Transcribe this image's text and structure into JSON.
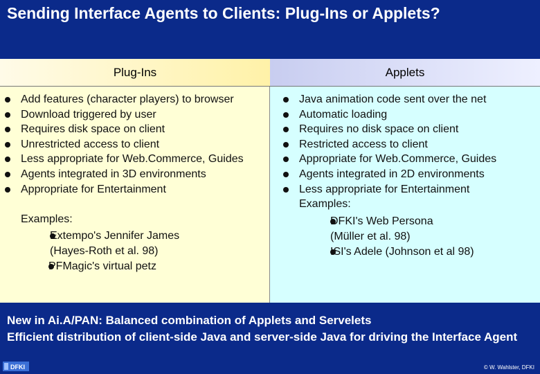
{
  "title": "Sending Interface Agents to Clients: Plug-Ins or Applets?",
  "plugins": {
    "header": "Plug-Ins",
    "items": [
      "Add features (character players) to browser",
      "Download triggered by user",
      "Requires disk space on client",
      "Unrestricted access to client",
      "Less appropriate for Web.Commerce, Guides",
      "Agents integrated in 3D environments",
      "Appropriate for Entertainment"
    ],
    "examples_label": "Examples:",
    "examples": [
      "Extempo's Jennifer James (Hayes-Roth et al. 98)",
      "PFMagic's virtual petz"
    ]
  },
  "applets": {
    "header": "Applets",
    "items": [
      "Java animation code sent over the net",
      "Automatic loading",
      "Requires no disk space on client",
      "Restricted access to client",
      "Appropriate for Web.Commerce, Guides",
      "Agents integrated in 2D environments",
      "Less appropriate for Entertainment"
    ],
    "examples_label": "Examples:",
    "examples": [
      "DFKI's Web Persona (Müller et al. 98)",
      "ISI's Adele (Johnson et al 98)"
    ]
  },
  "footer": {
    "line1": "New in Ai.A/PAN: Balanced combination of Applets and Servelets",
    "line2": "Efficient distribution of client-side Java and server-side Java for driving the Interface Agent"
  },
  "logo_text": "DFKI",
  "copyright": "© W. Wahlster, DFKI"
}
